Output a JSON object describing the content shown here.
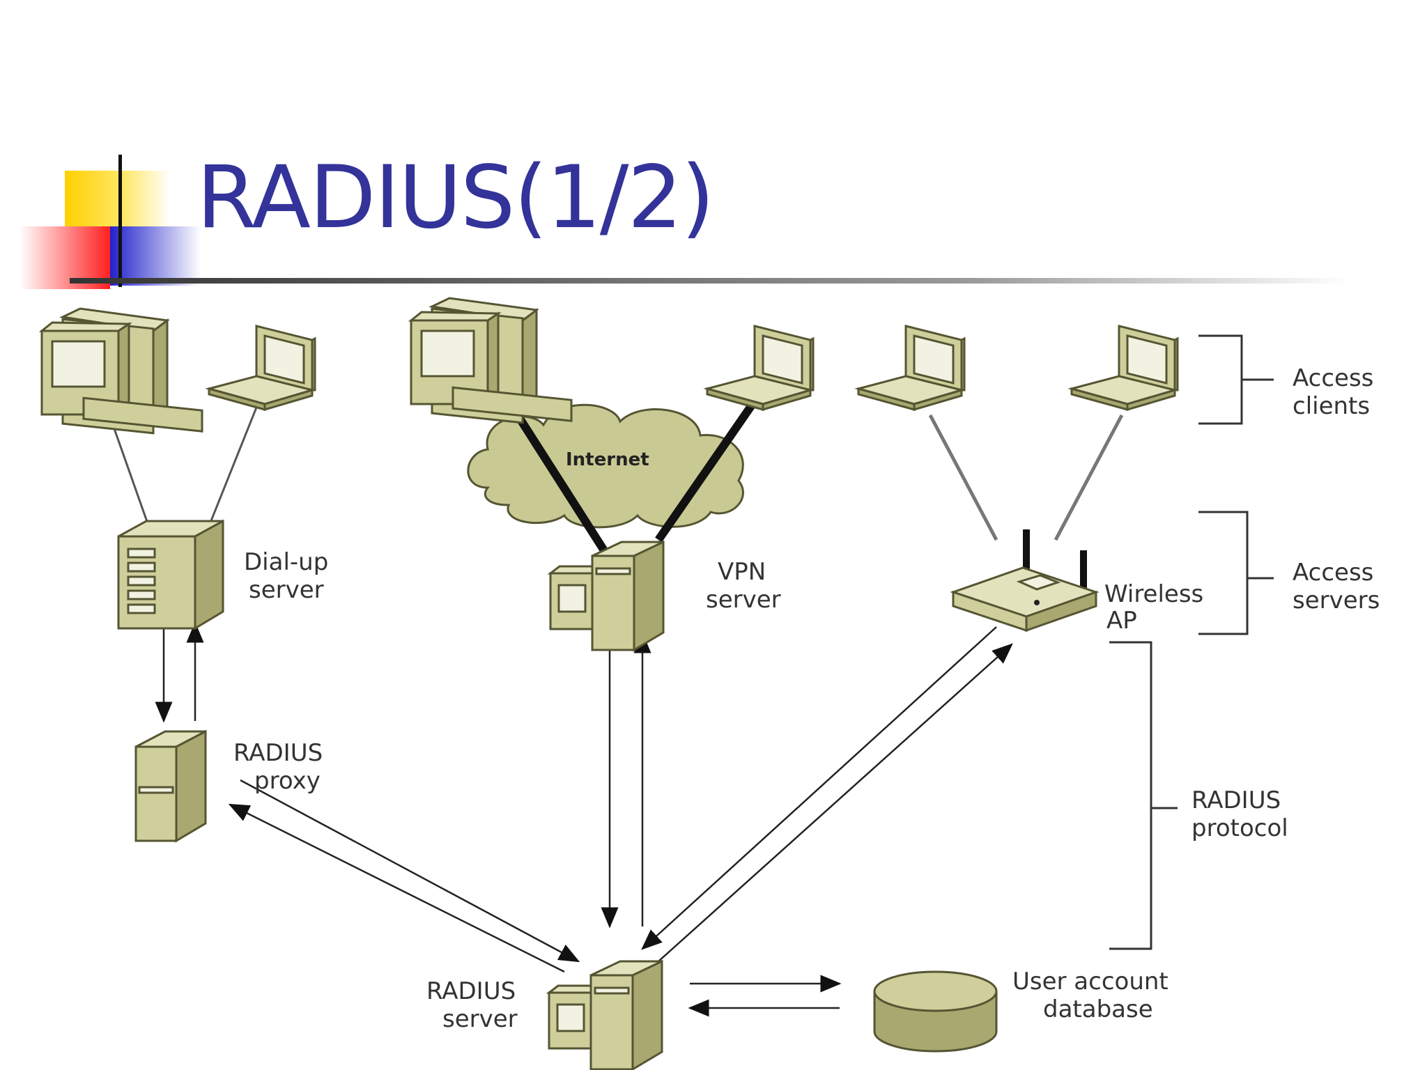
{
  "slide": {
    "title": "RADIUS(1/2)",
    "title_color": "#33339A"
  },
  "diagram": {
    "nodes": {
      "dialup_server": "Dial-up server",
      "vpn_server": "VPN server",
      "wireless_ap": "Wireless AP",
      "radius_proxy": "RADIUS proxy",
      "radius_server": "RADIUS server",
      "user_db": "User account database",
      "internet": "Internet"
    },
    "labels": {
      "dialup_line1": "Dial-up",
      "dialup_line2": "server",
      "vpn_line1": "VPN",
      "vpn_line2": "server",
      "ap_line1": "Wireless",
      "ap_line2": "AP",
      "proxy_line1": "RADIUS",
      "proxy_line2": "proxy",
      "server_line1": "RADIUS",
      "server_line2": "server",
      "db_line1": "User account",
      "db_line2": "database",
      "internet": "Internet"
    },
    "brackets": {
      "access_clients_line1": "Access",
      "access_clients_line2": "clients",
      "access_servers_line1": "Access",
      "access_servers_line2": "servers",
      "radius_protocol_line1": "RADIUS",
      "radius_protocol_line2": "protocol"
    },
    "colors": {
      "device_face": "#CFCF9C",
      "device_side": "#A8A870",
      "device_outline": "#555533"
    }
  }
}
